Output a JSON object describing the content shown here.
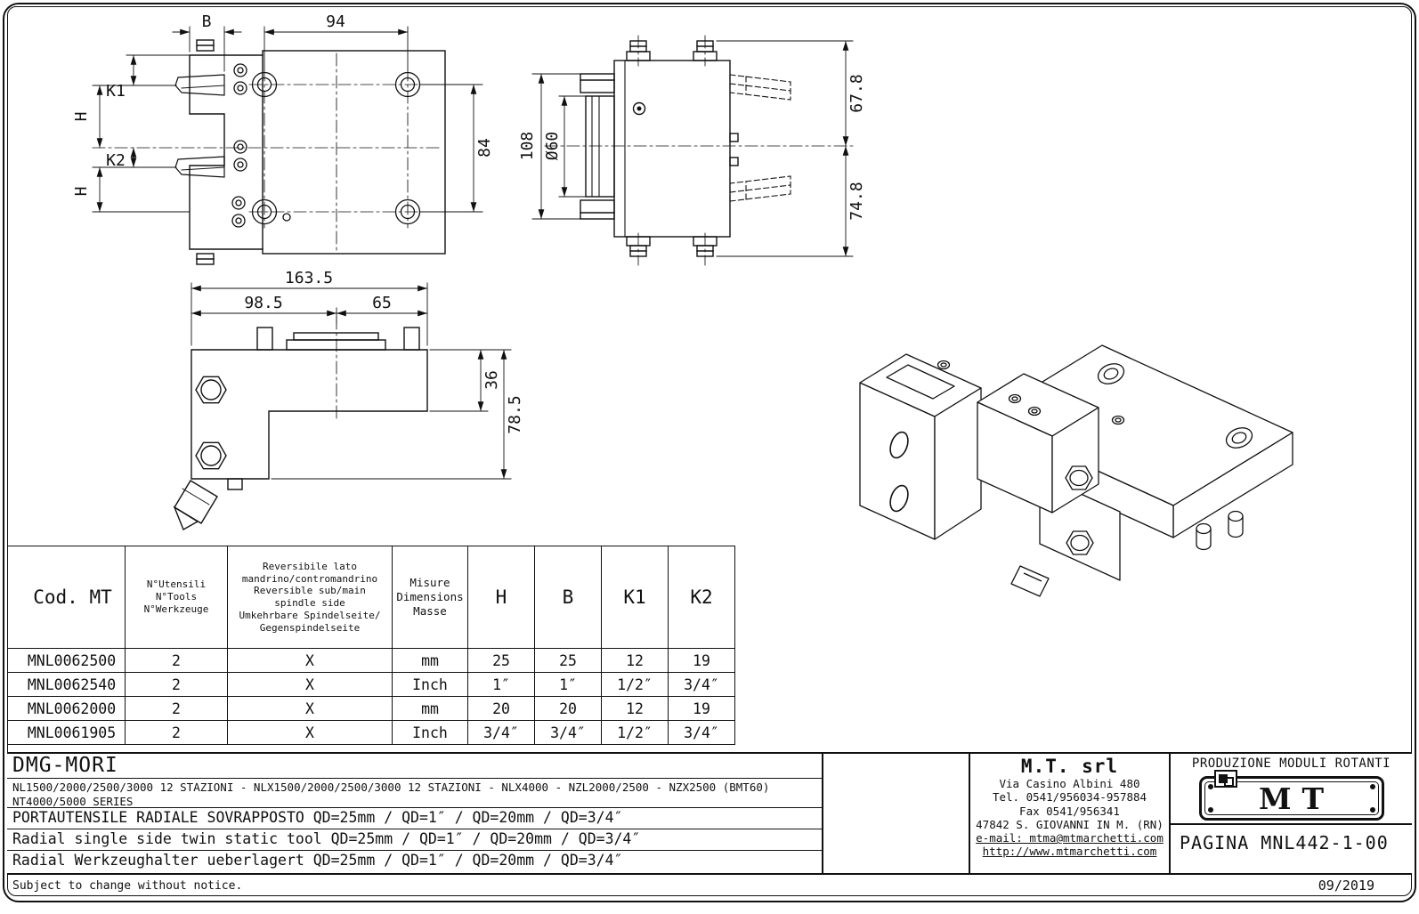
{
  "drawing": {
    "front": {
      "b": "B",
      "d94": "94",
      "k1": "K1",
      "h": "H",
      "k2": "K2",
      "d84": "84"
    },
    "side": {
      "d108": "108",
      "d60": "Ø60",
      "d678": "67.8",
      "d748": "74.8"
    },
    "profile": {
      "d1635": "163.5",
      "d985": "98.5",
      "d65": "65",
      "d36": "36",
      "d785": "78.5"
    }
  },
  "table": {
    "col_cod": "Cod. MT",
    "col_tools": "N°Utensili\nN°Tools\nN°Werkzeuge",
    "col_rev": "Reversibile lato\nmandrino/contromandrino\nReversible sub/main\nspindle side\nUmkehrbare Spindelseite/\nGegenspindelseite",
    "col_misure": "Misure\nDimensions\nMasse",
    "col_h": "H",
    "col_b": "B",
    "col_k1": "K1",
    "col_k2": "K2",
    "rows": [
      {
        "cod": "MNL0062500",
        "tools": "2",
        "rev": "X",
        "misure": "mm",
        "h": "25",
        "b": "25",
        "k1": "12",
        "k2": "19"
      },
      {
        "cod": "MNL0062540",
        "tools": "2",
        "rev": "X",
        "misure": "Inch",
        "h": "1″",
        "b": "1″",
        "k1": "1/2″",
        "k2": "3/4″"
      },
      {
        "cod": "MNL0062000",
        "tools": "2",
        "rev": "X",
        "misure": "mm",
        "h": "20",
        "b": "20",
        "k1": "12",
        "k2": "19"
      },
      {
        "cod": "MNL0061905",
        "tools": "2",
        "rev": "X",
        "misure": "Inch",
        "h": "3/4″",
        "b": "3/4″",
        "k1": "1/2″",
        "k2": "3/4″"
      }
    ]
  },
  "titleblock": {
    "brand": "DMG-MORI",
    "series1": "NL1500/2000/2500/3000 12 STAZIONI - NLX1500/2000/2500/3000 12 STAZIONI - NLX4000 - NZL2000/2500 - NZX2500 (BMT60)",
    "series2": "NT4000/5000 SERIES",
    "desc_it": "PORTAUTENSILE RADIALE SOVRAPPOSTO QD=25mm / QD=1″ / QD=20mm / QD=3/4″",
    "desc_en": "Radial single side twin static tool QD=25mm / QD=1″ / QD=20mm / QD=3/4″",
    "desc_de": "Radial Werkzeughalter ueberlagert QD=25mm / QD=1″ / QD=20mm / QD=3/4″",
    "company": "M.T. srl",
    "address1": "Via Casino Albini 480",
    "address2": "Tel. 0541/956034-957884",
    "address3": "Fax 0541/956341",
    "address4": "47842 S. GIOVANNI IN M. (RN)",
    "email": "e-mail: mtma@mtmarchetti.com",
    "website": "http://www.mtmarchetti.com",
    "production": "PRODUZIONE MODULI ROTANTI",
    "logo_text": "MT",
    "page": "PAGINA MNL442-1-00",
    "notice": "Subject to change without notice.",
    "date": "09/2019"
  }
}
